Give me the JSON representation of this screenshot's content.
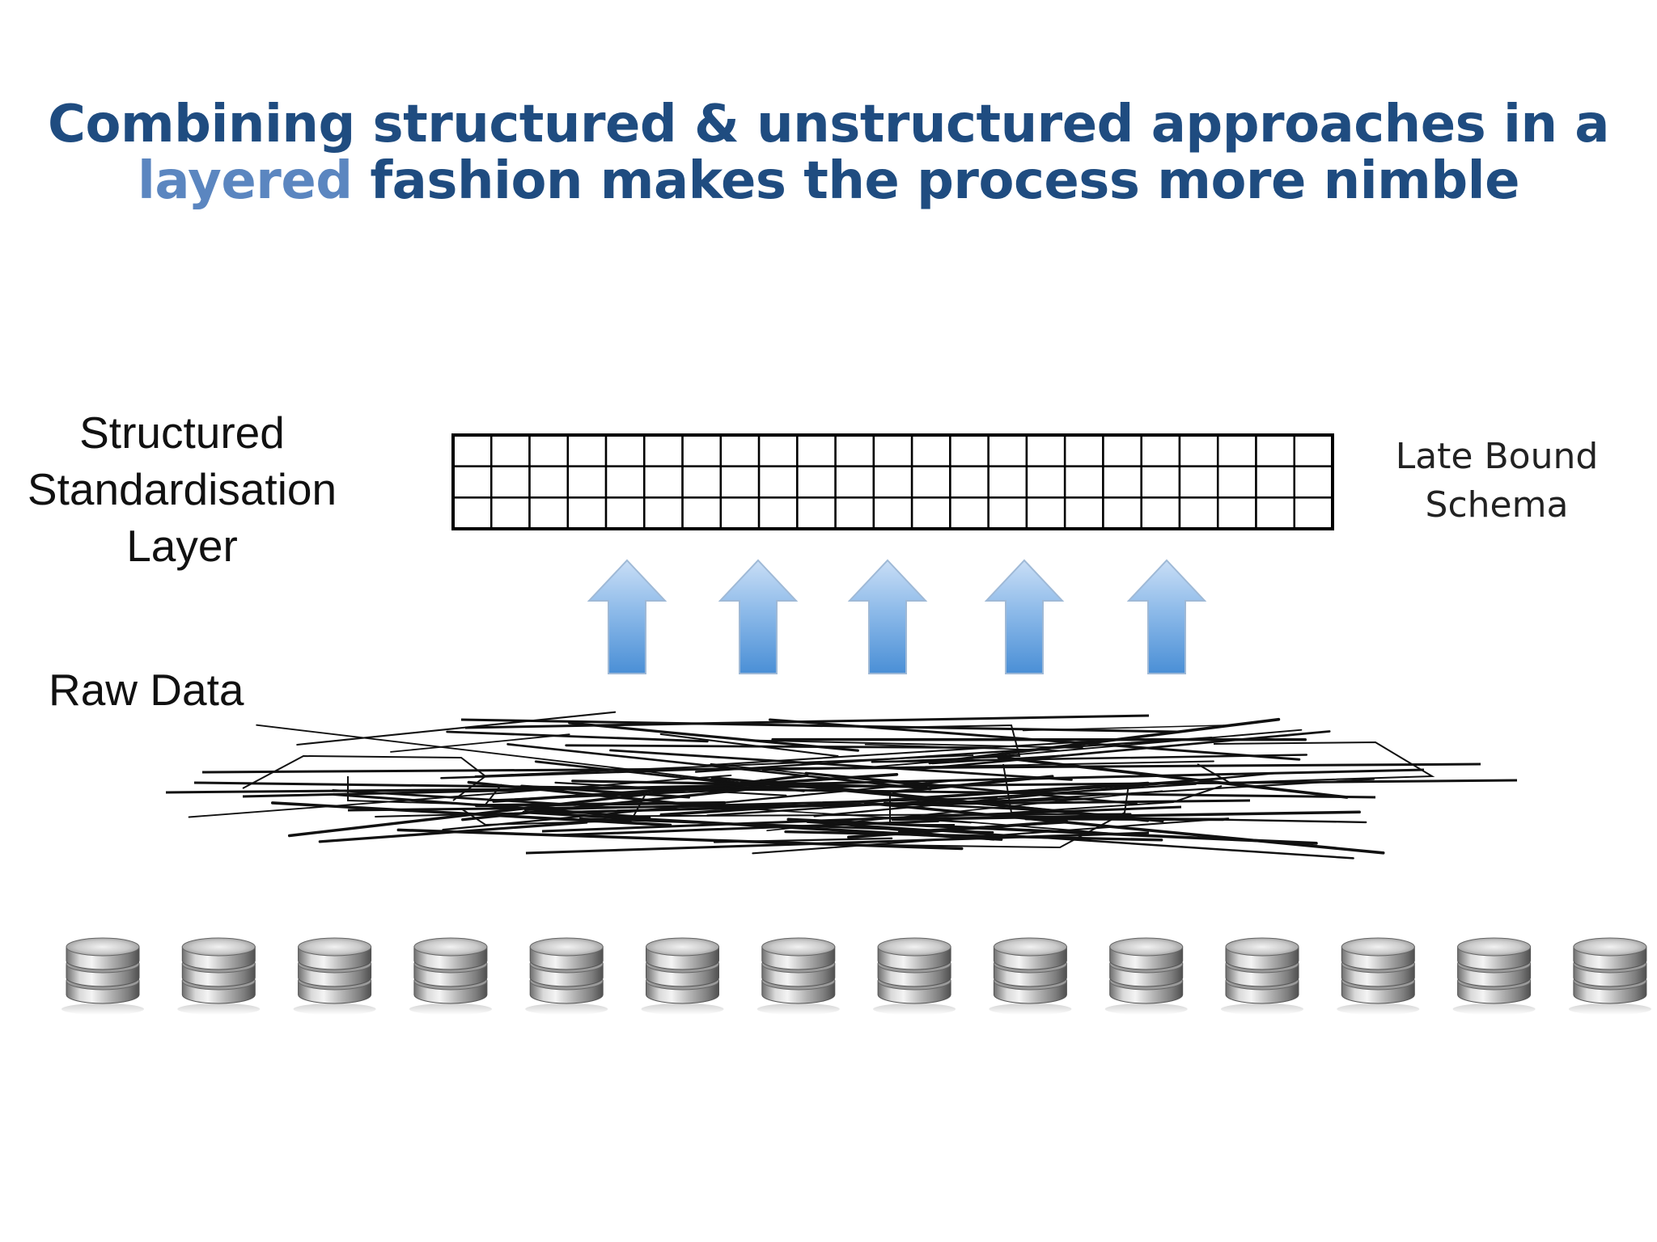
{
  "title": {
    "line1": "Combining structured & unstructured approaches in a",
    "line2_accent": "layered",
    "line2_rest": " fashion makes the process more nimble",
    "color": "#1f4c80",
    "accent_color": "#5b86c0"
  },
  "labels": {
    "structured": [
      "Structured",
      "Standardisation",
      "Layer"
    ],
    "raw": "Raw Data",
    "late_bound": [
      "Late Bound",
      "Schema"
    ]
  },
  "schema_grid": {
    "rows": 3,
    "cols": 23
  },
  "arrows": {
    "count": 5,
    "color": "#4a8fd6",
    "icon": "up-arrow-icon"
  },
  "databases": {
    "count": 14,
    "icon": "database-icon"
  },
  "raw_data_scribble": {
    "icon": "tangled-lines"
  }
}
